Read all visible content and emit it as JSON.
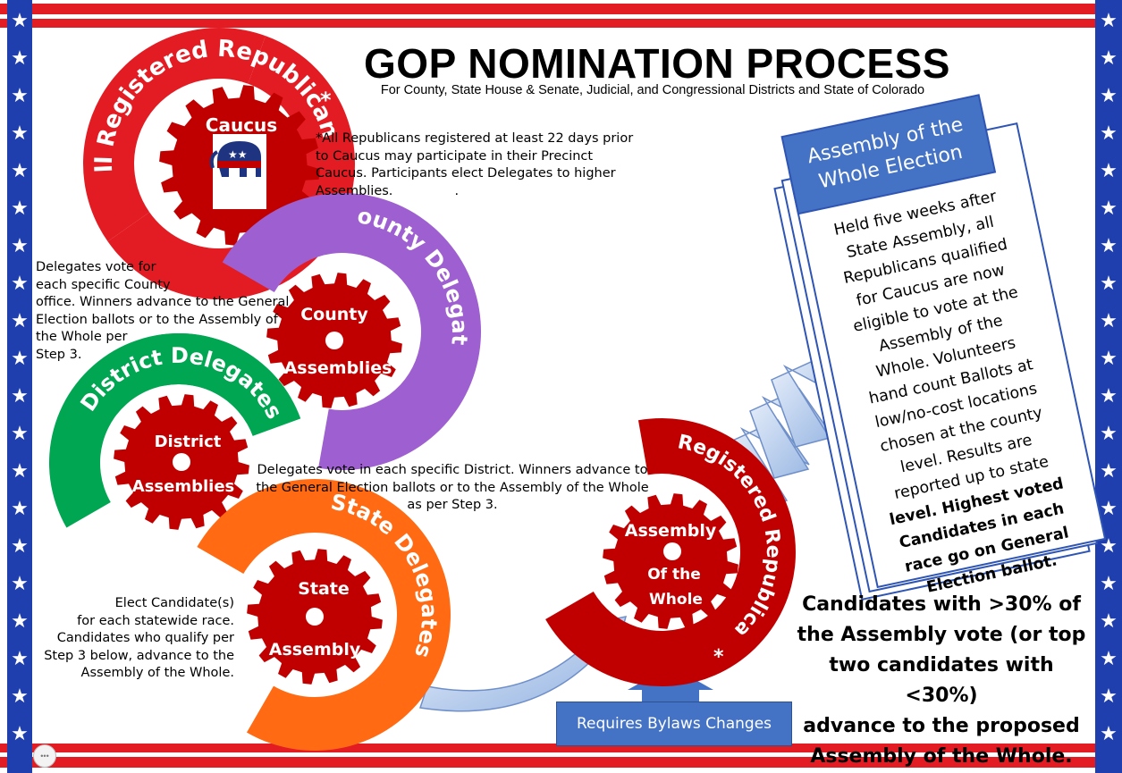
{
  "title": "GOP NOMINATION PROCESS",
  "subtitle": "For County, State House & Senate, Judicial, and Congressional Districts and State of Colorado",
  "colors": {
    "red": "#e31b23",
    "dark_red": "#c00000",
    "purple": "#9e5fd1",
    "green": "#00a651",
    "orange": "#ff6a13",
    "blue_box": "#4472c4",
    "border_blue": "#1f3fae"
  },
  "rings": {
    "caucus": {
      "arc_label": "All Registered Republicans",
      "star": "*",
      "gear_label": "Caucus",
      "icon": "gop-elephant-icon"
    },
    "county": {
      "arc_label": "County Delegates",
      "gear_line1": "County",
      "gear_line2": "Assemblies"
    },
    "district": {
      "arc_label": "District Delegates",
      "gear_line1": "District",
      "gear_line2": "Assemblies"
    },
    "state": {
      "arc_label": "State Delegates",
      "gear_line1": "State",
      "gear_line2": "Assembly"
    },
    "whole": {
      "arc_label": "All Registered Republicans",
      "star": "*",
      "gear_line1": "Assembly",
      "gear_line2": "Of the",
      "gear_line3": "Whole"
    }
  },
  "notes": {
    "caucus": [
      "*All Republicans registered at least 22 days prior",
      "to Caucus may participate in their Precinct",
      "Caucus.  Participants elect Delegates to higher",
      "Assemblies.               ."
    ],
    "county": [
      "Delegates vote for",
      "each specific County",
      "office. Winners advance to the General",
      "Election ballots or to the Assembly of",
      "the Whole per",
      "Step 3."
    ],
    "district": [
      "Delegates vote in each specific District. Winners advance to",
      "the General Election ballots or to the Assembly of the Whole",
      "as per Step 3."
    ],
    "state": [
      "Elect Candidate(s)",
      "for each statewide race.",
      "Candidates who qualify per",
      "Step 3 below, advance to the",
      "Assembly of the Whole."
    ]
  },
  "scroll": {
    "title_lines": [
      "Assembly of the",
      "Whole Election"
    ],
    "body_lines": [
      "Held five weeks after",
      "State Assembly, all",
      "Republicans qualified",
      "for Caucus are now",
      "eligible to vote at the",
      "Assembly of the",
      "Whole.   Volunteers",
      "hand count Ballots at",
      "low/no-cost locations",
      "chosen at the county",
      "level.  Results are",
      "reported up to state",
      "level.  Highest voted",
      "Candidates in each",
      "race go on General",
      "Election ballot."
    ]
  },
  "threshold_lines": [
    "Candidates with >30% of",
    "the Assembly vote (or top",
    "two candidates with <30%)",
    "advance to the proposed",
    "Assembly of the Whole."
  ],
  "bylaws_label": "Requires Bylaws Changes",
  "corner_button": "•••"
}
